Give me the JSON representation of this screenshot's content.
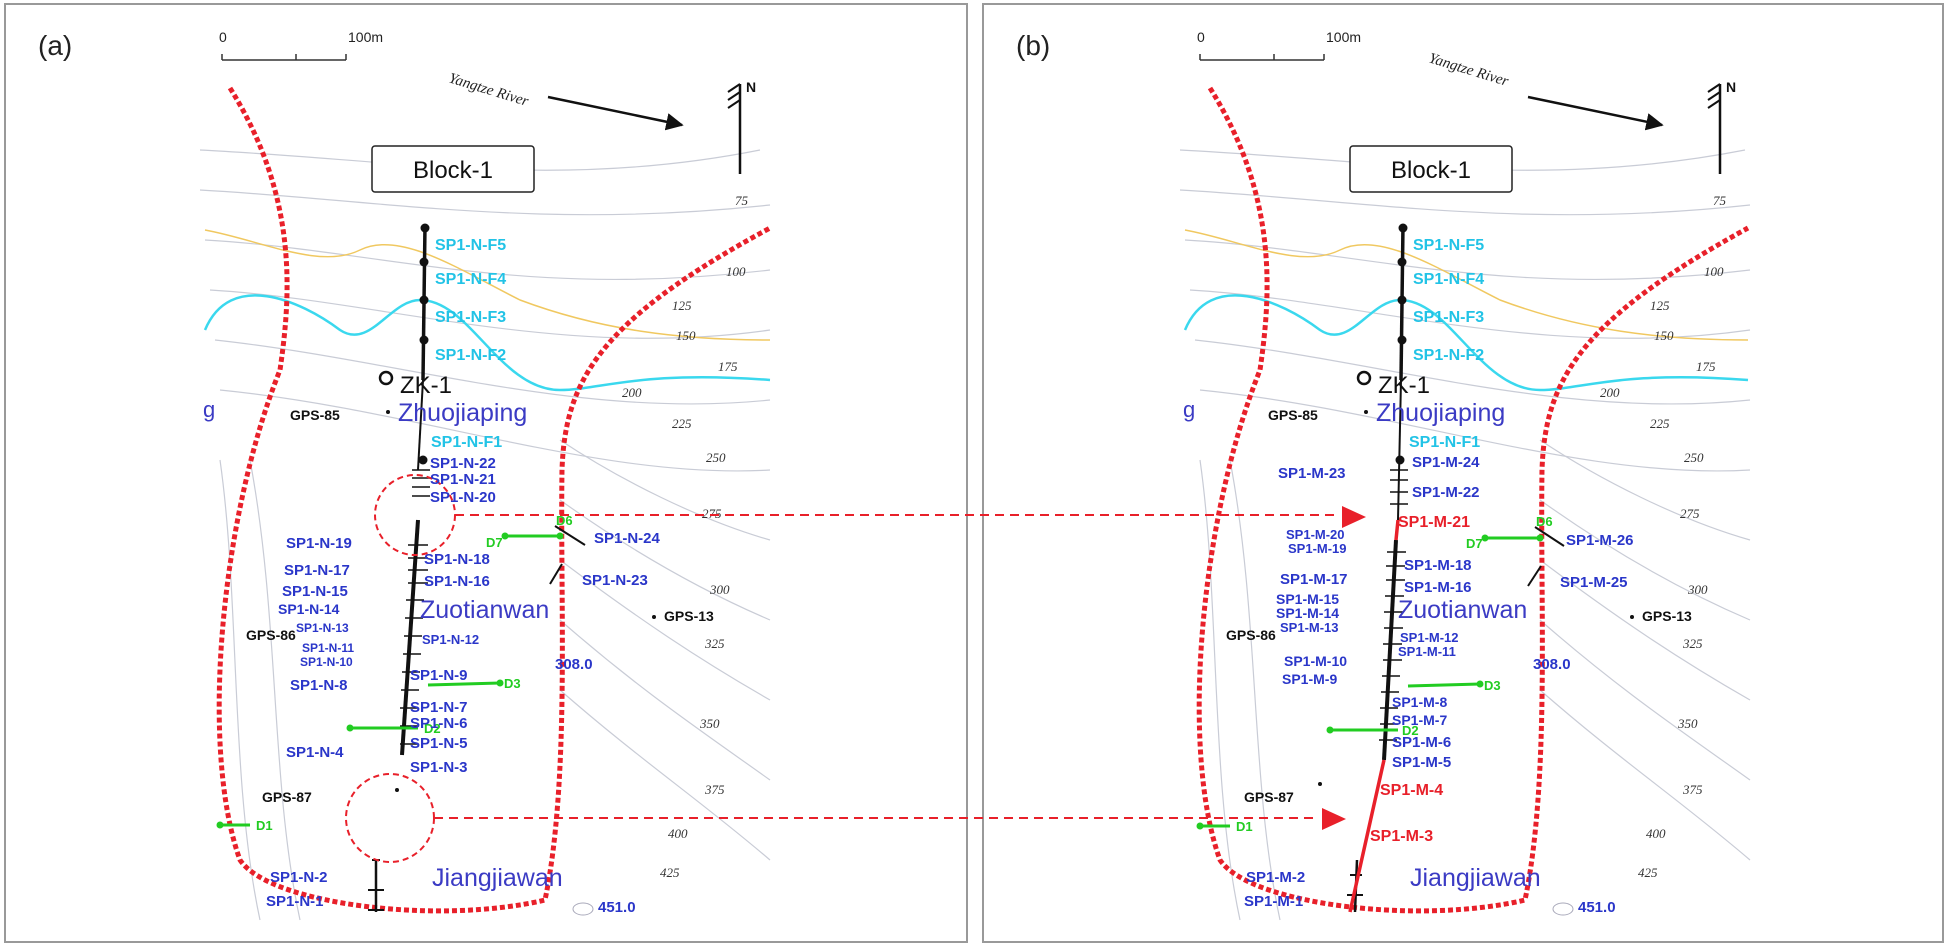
{
  "figure": {
    "panels": [
      {
        "id": "a",
        "label": "(a)",
        "scale": {
          "zero": "0",
          "end": "100m"
        },
        "river": "Yangtze River",
        "north": "N",
        "block": "Block-1",
        "borehole": "ZK-1",
        "places": [
          "Zhuojiaping",
          "Zuotianwan",
          "Jiangjiawan"
        ],
        "gps": [
          "GPS-85",
          "GPS-86",
          "GPS-87",
          "GPS-13"
        ],
        "elevations": [
          "308.0",
          "451.0"
        ],
        "contours": [
          "75",
          "100",
          "125",
          "150",
          "175",
          "200",
          "225",
          "250",
          "275",
          "300",
          "325",
          "350",
          "375",
          "400",
          "425"
        ],
        "d_points": [
          "D6",
          "D7",
          "D3",
          "D2",
          "D1"
        ],
        "cyan_stations": [
          "SP1-N-F5",
          "SP1-N-F4",
          "SP1-N-F3",
          "SP1-N-F2",
          "SP1-N-F1"
        ],
        "blue_stations": [
          "SP1-N-22",
          "SP1-N-21",
          "SP1-N-20",
          "SP1-N-19",
          "SP1-N-18",
          "SP1-N-17",
          "SP1-N-16",
          "SP1-N-15",
          "SP1-N-14",
          "SP1-N-13",
          "SP1-N-12",
          "SP1-N-11",
          "SP1-N-10",
          "SP1-N-9",
          "SP1-N-8",
          "SP1-N-7",
          "SP1-N-6",
          "SP1-N-5",
          "SP1-N-4",
          "SP1-N-3",
          "SP1-N-2",
          "SP1-N-1",
          "SP1-N-24",
          "SP1-N-23"
        ],
        "red_stations": []
      },
      {
        "id": "b",
        "label": "(b)",
        "scale": {
          "zero": "0",
          "end": "100m"
        },
        "river": "Yangtze River",
        "north": "N",
        "block": "Block-1",
        "borehole": "ZK-1",
        "places": [
          "Zhuojiaping",
          "Zuotianwan",
          "Jiangjiawan"
        ],
        "gps": [
          "GPS-85",
          "GPS-86",
          "GPS-87",
          "GPS-13"
        ],
        "elevations": [
          "308.0",
          "451.0"
        ],
        "contours": [
          "75",
          "100",
          "125",
          "150",
          "175",
          "200",
          "225",
          "250",
          "275",
          "300",
          "325",
          "350",
          "375",
          "400",
          "425"
        ],
        "d_points": [
          "D6",
          "D7",
          "D3",
          "D2",
          "D1"
        ],
        "cyan_stations": [
          "SP1-N-F5",
          "SP1-N-F4",
          "SP1-N-F3",
          "SP1-N-F2",
          "SP1-N-F1"
        ],
        "blue_stations": [
          "SP1-M-24",
          "SP1-M-23",
          "SP1-M-22",
          "SP1-M-20",
          "SP1-M-19",
          "SP1-M-18",
          "SP1-M-17",
          "SP1-M-16",
          "SP1-M-15",
          "SP1-M-14",
          "SP1-M-13",
          "SP1-M-12",
          "SP1-M-11",
          "SP1-M-10",
          "SP1-M-9",
          "SP1-M-8",
          "SP1-M-7",
          "SP1-M-6",
          "SP1-M-5",
          "SP1-M-2",
          "SP1-M-1",
          "SP1-M-26",
          "SP1-M-25"
        ],
        "red_stations": [
          "SP1-M-21",
          "SP1-M-4",
          "SP1-M-3"
        ]
      }
    ],
    "colors": {
      "boundary": "#e8202a",
      "survey_line": "#111111",
      "cyan_label": "#22c3e6",
      "blue_label": "#2a36c9",
      "red_label": "#e8202a",
      "d_point": "#22cc22",
      "contour": "#c9ccd6",
      "river_line": "#3ad8ee",
      "yellow_line": "#f0c860"
    }
  }
}
